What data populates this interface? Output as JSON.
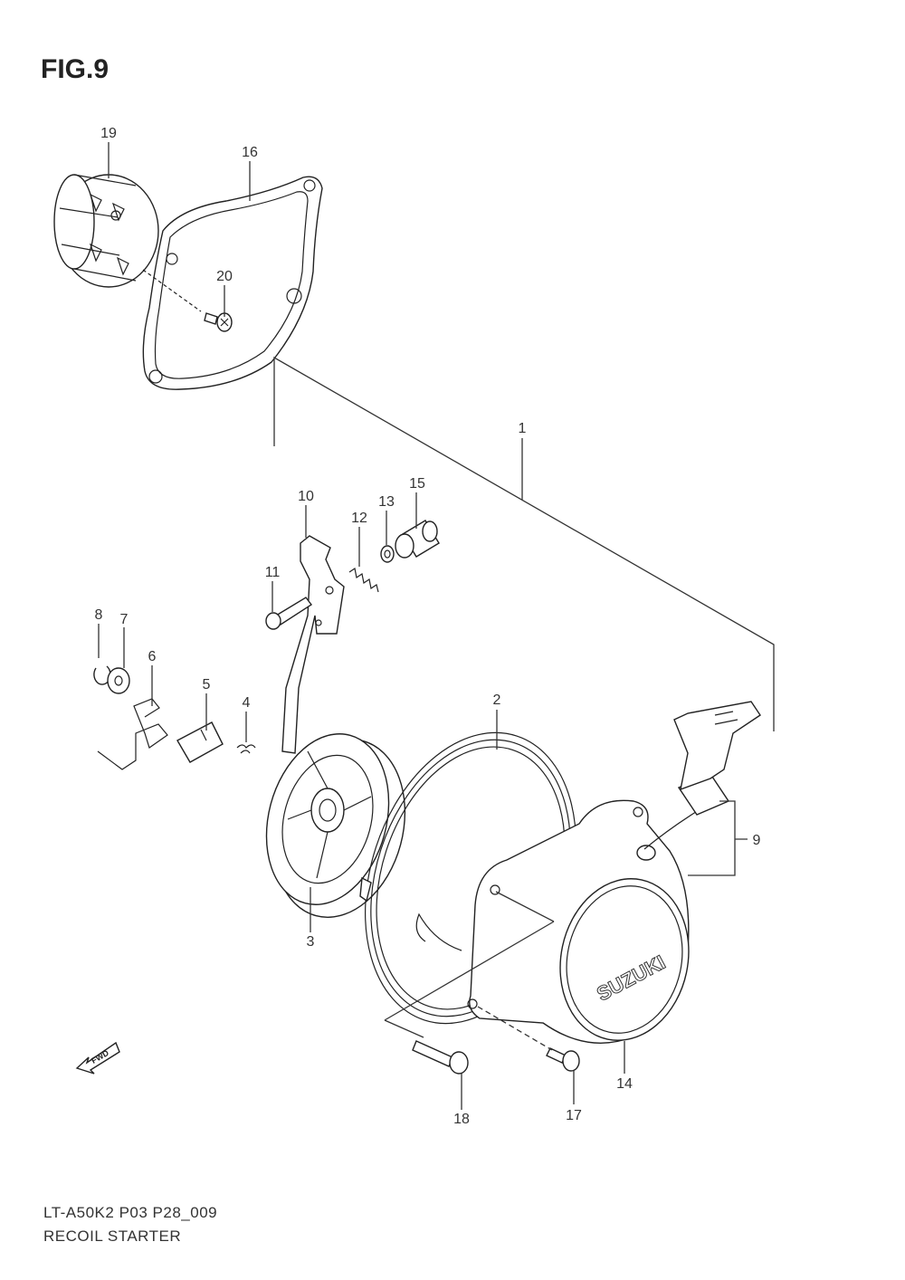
{
  "figure": {
    "title": "FIG.9"
  },
  "footer": {
    "model_code": "LT-A50K2 P03 P28_009",
    "name": "RECOIL STARTER"
  },
  "fwd_arrow": {
    "label": "FWD"
  },
  "logo_text": "SUZUKI",
  "callouts": {
    "c1": "1",
    "c2": "2",
    "c3": "3",
    "c4": "4",
    "c5": "5",
    "c6": "6",
    "c7": "7",
    "c8": "8",
    "c9": "9",
    "c10": "10",
    "c11": "11",
    "c12": "12",
    "c13": "13",
    "c14": "14",
    "c15": "15",
    "c16": "16",
    "c17": "17",
    "c18": "18",
    "c19": "19",
    "c20": "20"
  }
}
